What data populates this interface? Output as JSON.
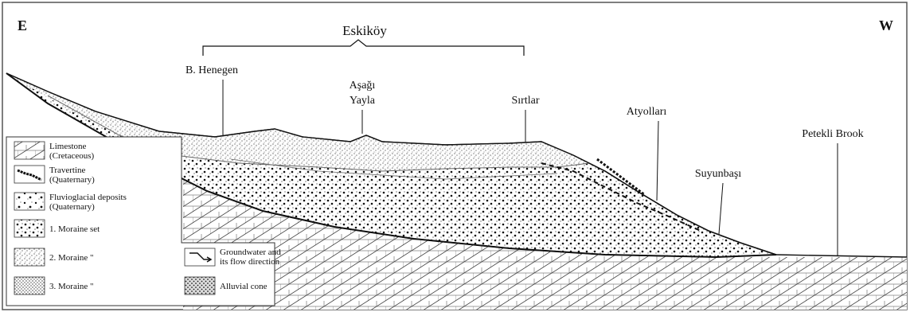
{
  "orientation": {
    "left": "E",
    "right": "W"
  },
  "group_label": "Eskiköy",
  "places": {
    "henegen": "B. Henegen",
    "asagi_line1": "Aşağı",
    "asagi_line2": "Yayla",
    "sirtlar": "Sırtlar",
    "atyollari": "Atyolları",
    "suyunbasi": "Suyunbaşı",
    "petekli": "Petekli Brook"
  },
  "legend": {
    "limestone": [
      "Limestone",
      "(Cretaceous)"
    ],
    "travertine": [
      "Travertine",
      "(Quaternary)"
    ],
    "fluvio": [
      "Fluvioglacial deposits",
      "(Quaternary)"
    ],
    "moraine1": "1. Moraine set",
    "moraine2": "2. Moraine  \"",
    "moraine3": "3. Moraine  \"",
    "groundwater": [
      "Groundwater and",
      "its flow direction"
    ],
    "alluvial": "Alluvial cone"
  },
  "colors": {
    "ink": "#111111",
    "frame": "#555555",
    "background": "#ffffff"
  }
}
